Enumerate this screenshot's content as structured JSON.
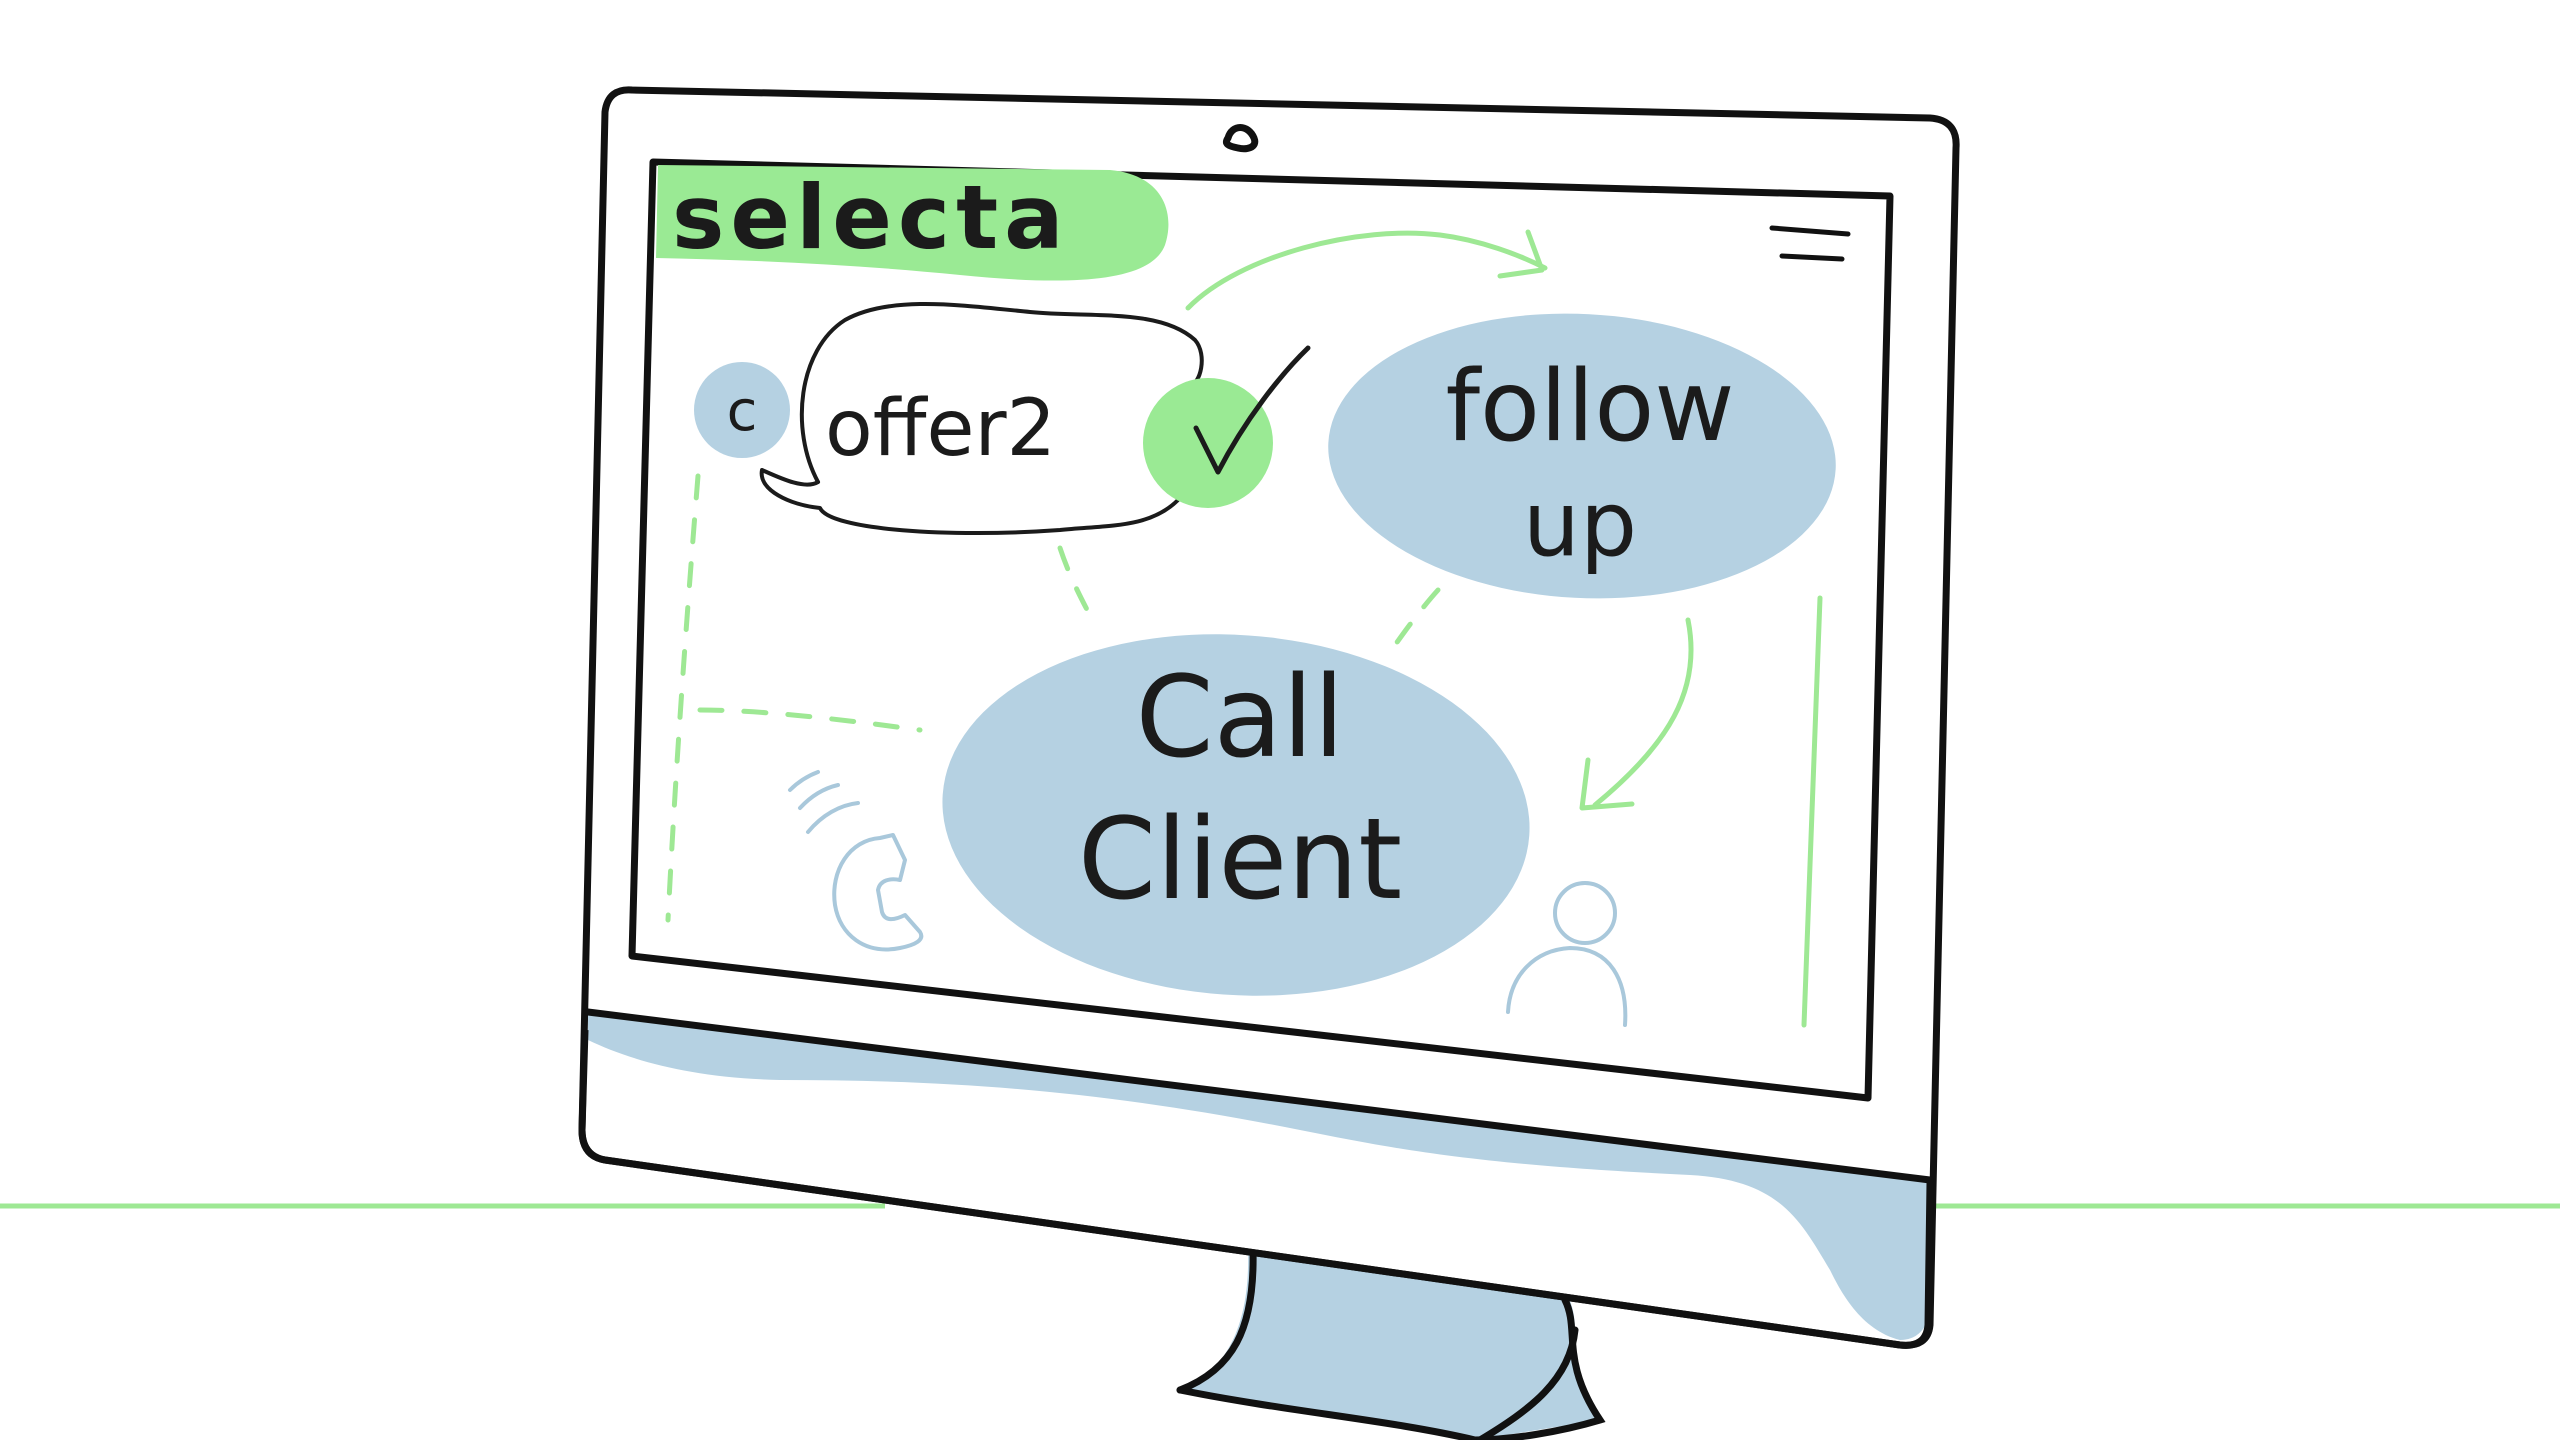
{
  "app": {
    "title": "selecta",
    "menu_icon": "hamburger-menu-icon"
  },
  "bubbles": {
    "status_letter": "c",
    "offer_label": "offer2",
    "follow_up_line1": "follow",
    "follow_up_line2": "up",
    "call_client_line1": "Call",
    "call_client_line2": "Client"
  },
  "icons": {
    "check": "checkmark-icon",
    "phone": "phone-ringing-icon",
    "user": "user-icon",
    "camera": "webcam-icon"
  },
  "colors": {
    "accent_green": "#9aea94",
    "accent_blue": "#b5d1e2",
    "ink": "#1b1b1b",
    "light_green_line": "#9ee894",
    "light_blue_line": "#a9c8db"
  }
}
